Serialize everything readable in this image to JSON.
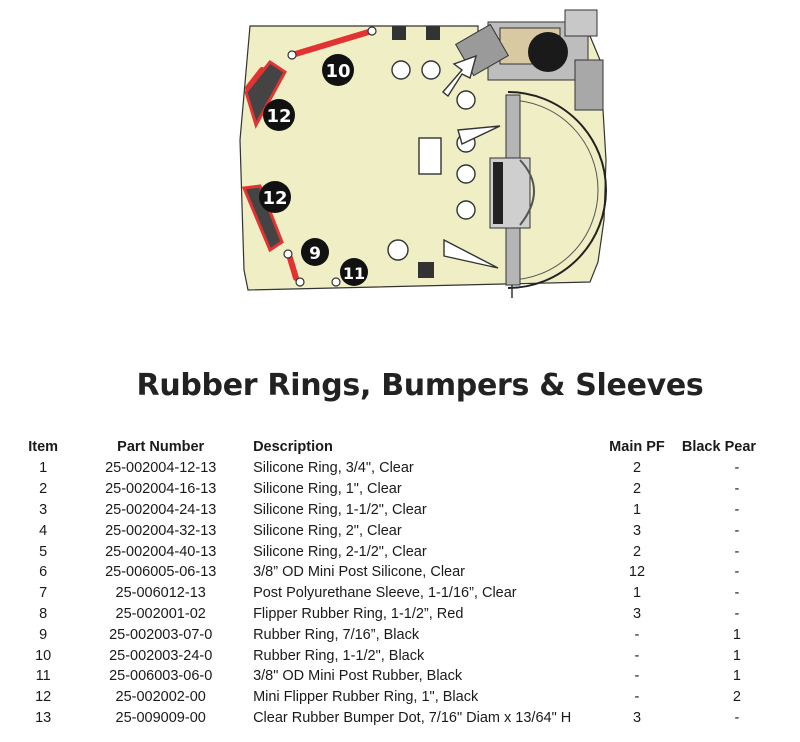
{
  "diagram": {
    "callouts": [
      "10",
      "12",
      "12",
      "9",
      "11"
    ],
    "colors": {
      "playfield": "#EFEEC5",
      "ring": "#E23232",
      "dark": "#222222",
      "gray": "#9A9A9A"
    }
  },
  "title": "Rubber Rings, Bumpers & Sleeves",
  "table": {
    "headers": [
      "Item",
      "Part Number",
      "Description",
      "Main PF",
      "Black Pear"
    ],
    "rows": [
      [
        "1",
        "25-002004-12-13",
        "Silicone Ring, 3/4\", Clear",
        "2",
        "-"
      ],
      [
        "2",
        "25-002004-16-13",
        "Silicone Ring, 1\", Clear",
        "2",
        "-"
      ],
      [
        "3",
        "25-002004-24-13",
        "Silicone Ring, 1-1/2\", Clear",
        "1",
        "-"
      ],
      [
        "4",
        "25-002004-32-13",
        "Silicone Ring, 2\", Clear",
        "3",
        "-"
      ],
      [
        "5",
        "25-002004-40-13",
        "Silicone Ring, 2-1/2\", Clear",
        "2",
        "-"
      ],
      [
        "6",
        "25-006005-06-13",
        "3/8” OD Mini Post Silicone, Clear",
        "12",
        "-"
      ],
      [
        "7",
        "25-006012-13",
        "Post Polyurethane Sleeve, 1-1/16”, Clear",
        "1",
        "-"
      ],
      [
        "8",
        "25-002001-02",
        "Flipper Rubber Ring, 1-1/2”, Red",
        "3",
        "-"
      ],
      [
        "9",
        "25-002003-07-0",
        "Rubber Ring, 7/16”, Black",
        "-",
        "1"
      ],
      [
        "10",
        "25-002003-24-0",
        "Rubber Ring, 1-1/2\", Black",
        "-",
        "1"
      ],
      [
        "11",
        "25-006003-06-0",
        "3/8\" OD Mini Post Rubber, Black",
        "-",
        "1"
      ],
      [
        "12",
        "25-002002-00",
        "Mini Flipper Rubber Ring, 1\", Black",
        "-",
        "2"
      ],
      [
        "13",
        "25-009009-00",
        "Clear Rubber Bumper Dot, 7/16\" Diam x 13/64\" H",
        "3",
        "-"
      ]
    ]
  }
}
